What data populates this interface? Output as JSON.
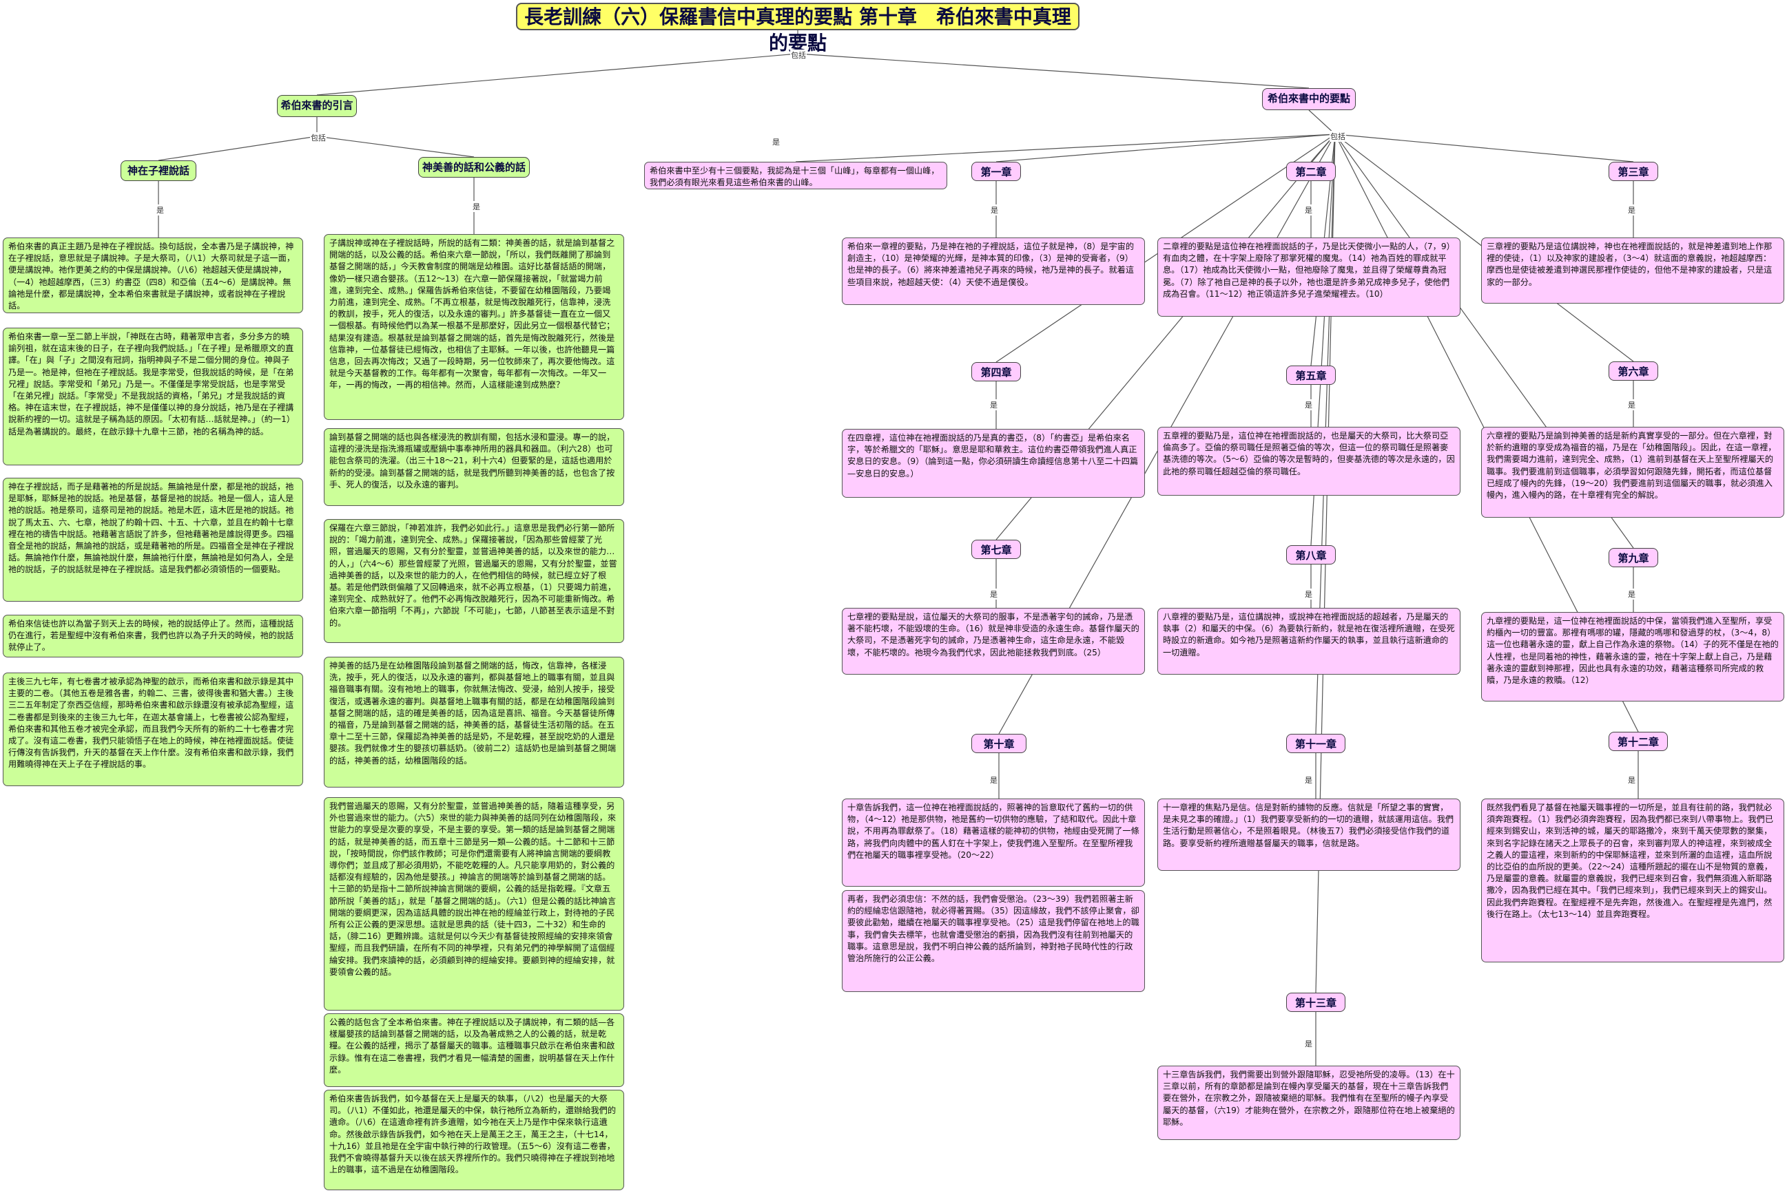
{
  "title": "長老訓練（六）保羅書信中真理的要點 第十章　希伯來書中真理的要點",
  "edge_labels": {
    "include": "包括",
    "is": "是"
  },
  "left_branch": {
    "head": "希伯來書的引言",
    "sub1": {
      "head": "神在子裡說話",
      "boxes": [
        "希伯來書的真正主題乃是神在子裡說話。換句話說，全本書乃是子講說神，神在子裡說話，意思就是子講說神。子是大祭司，（八1）大祭司就是子這一面，便是講說神。祂作更美之約的中保是講說神。（八6）祂超越天使是講說神，（一4）祂超越摩西，（三3）約書亞（四8）和亞倫（五4～6）是講說神。無論祂是什麼，都是講說神，全本希伯來書就是子講說神，或者說神在子裡說話。",
        "希伯來書一章一至二節上半說，「神既在古時，藉著眾申言者，多分多方的曉諭列祖，就在這末後的日子，在子裡向我們說話。」「在子裡」是希臘原文的直譯。「在」與「子」之間沒有冠詞，指明神與子不是二個分開的身位。神與子乃是一。祂是神，但祂在子裡說話。我是李常受，但我說話的時候，是「在弟兄裡」說話。李常受和「弟兄」乃是一。不僅僅是李常受說話，也是李常受「在弟兄裡」說話。「李常受」不是我說話的資格，「弟兄」才是我說話的資格。神在這末世，在子裡說話，神不是僅僅以神的身分說話，祂乃是在子裡講說新約裡的一切。這就是子稱為話的原因。「太初有話…話就是神。」（約一1）話是為著講說的。最終，在啟示錄十九章十三節，祂的名稱為神的話。",
        "神在子裡說話，而子是藉著祂的所是說話。無論祂是什麼，都是祂的說話，祂是耶穌，耶穌是祂的說話。祂是基督，基督是祂的說話。祂是一個人，這人是祂的說話。祂是祭司，這祭司是祂的說話。祂是木匠，這木匠是祂的說話。祂說了馬太五、六、七章，祂說了約翰十四、十五、十六章，並且在約翰十七章裡在祂的禱告中說話。祂藉著言語說了許多，但祂藉著祂是誰說得更多。四福音全是祂的說話，無論祂的說話，或是藉著祂的所是。四福音全是神在子裡說話。無論祂作什麼，無論祂說什麼，無論祂行什麼，無論祂是如何為人，全是祂的說話，子的說話就是神在子裡說話。這是我們都必須領悟的一個要點。",
        "希伯來信徒也許以為當子到天上去的時候，祂的說話停止了。然而，這種說話仍在進行，若是聖經中沒有希伯來書，我們也許以為子升天的時候，祂的說話就停止了。",
        "主後三九七年，有七卷書才被承認為神聖的啟示，而希伯來書和啟示錄是其中主要的二卷。（其他五卷是雅各書，約翰二、三書，彼得後書和猶大書。）主後三二五年制定了奈西亞信經，那時希伯來書和啟示錄還沒有被承認為聖經，這二卷書都是到後來的主後三九七年，在迦太基會議上，七卷書被公認為聖經，希伯來書和其他五卷才被完全承認，而且我們今天所有的新約二十七卷書才完成了。沒有這二卷書，我們只能領悟子在地上的時候，神在祂裡面說話。使徒行傳沒有告訴我們，升天的基督在天上作什麼。沒有希伯來書和啟示錄，我們用難曉得神在天上子在子裡說話的事。"
      ]
    },
    "sub2": {
      "head": "神美善的話和公義的話",
      "boxes": [
        "子講說神或神在子裡說話時，所說的話有二類：神美善的話，就是論到基督之開端的話，以及公義的話。希伯來六章一節說，「所以，我們既離開了那論到基督之開端的話，」今天教會制度的開端是幼稚園。這好比基督話語的開端，像奶一樣只適合嬰孩。（五12～13）在六章一節保羅接著說，「就當竭力前進，達到完全、成熟。」保羅告訴希伯來信徒，不要留在幼稚園階段，乃要竭力前進，達到完全、成熟。「不再立根基，就是悔改脫離死行，信靠神，浸洗的教訓，按手，死人的復活，以及永遠的審判。」許多基督徒一直在立一個又一個根基。有時候他們以為某一根基不是那麼好，因此另立一個根基代替它；結果沒有建造。根基就是論到基督之開端的話，首先是悔改脫離死行，然後是信靠神，一位基督徒已經悔改，也相信了主耶穌。一年以後，也許他聽見一篇信息，回去再次悔改；又過了一段時期，另一位牧師來了，再次要他悔改。這就是今天基督教的工作。每年都有一次聚會，每年都有一次悔改。一年又一年，一再的悔改，一再的相信神。然而，人這樣能達到成熟麼？",
        "論到基督之開端的話也與各樣浸洗的教訓有關，包括水浸和靈浸。專一的說，這裡的浸洗是指洗滌瓶罐或壓鍋中事奉神所用的器具和器皿。（利六28）也可能包含祭司的洗濯。（出三十18～21，利十六4）但要緊的是，這話也適用於新約的受浸。論到基督之開端的話，就是我們所聽到神美善的話，也包含了按手、死人的復活，以及永遠的審判。",
        "保羅在六章三節說，「神若准許，我們必如此行。」這意思是我們必行第一節所說的：「竭力前進，達到完全、成熟。」保羅接著說，「因為那些曾經蒙了光照，嘗過屬天的恩賜，又有分於聖靈，並嘗過神美善的話，以及來世的能力…的人，」（六4～6）那些曾經蒙了光照，嘗過屬天的恩賜，又有分於聖靈，並嘗過神美善的話，以及來世的能力的人，在他們相信的時候，就已經立好了根基。若是他們跌倒偏離了又回轉過來，就不必再立根基，（1）只要竭力前進，達到完全、成熟就好了。他們不必再悔改脫離死行，因為不可能重新悔改。希伯來六章一節指明「不再」，六節說「不可能」，七節，八節甚至表示這是不對的。",
        "神美善的話乃是在幼稚園階段論到基督之開端的話，悔改，信靠神，各樣浸洗，按手，死人的復活，以及永遠的審判，都與基督地上的職事有關，並且與福音職事有關。沒有祂地上的職事，你就無法悔改、受浸，給別人按手，接受復活，或遇著永遠的審判。與基督地上職事有關的話，都是在幼稚園階段論到基督之開端的話，這的確是美善的話，因為這是喜訊、福音。今天基督徒所傳的福音，乃是論到基督之開端的話，神美善的話，基督徒生活初階的話。在五章十二至十三節，保羅認為神美善的話是奶，不是乾糧，甚至說吃奶的人還是嬰孩。我們就像才生的嬰孩切慕話奶。（彼前二2）這話奶也是論到基督之開端的話，神美善的話，幼稚園階段的話。",
        "我們嘗過屬天的恩賜，又有分於聖靈，並嘗過神美善的話，隨着這種享受，另外也嘗過來世的能力。（六5）來世的能力與神美善的話同列在幼稚園階段，來世能力的享受是次要的享受，不是主要的享受。第一類的話是論到基督之開端的話，就是神美善的話，而五章十三節是另一類—公義的話。十二節和十三節說，「按時間說，你們該作教師；可是你們還需要有人將神論言開端的要綱教導你們；並且成了那必須用奶，不能吃乾糧的人。凡只能享用奶的，對公義的話都沒有經驗的，因為他是嬰孩。」神論言的開端等於論到基督之開端的話。十三節的奶是指十二節所說神論言開端的要綱，公義的話是指乾糧。『文章五節所說「美善的話」，就是「基督之開端的話」。（六1）但是公義的話比神論言開端的要綱更深，因為這話具體的說出神在祂的經綸並行政上，對待祂的子民所有公正公義的更深思想。這就是思典的話（徒十四3，二十32）和生命的話，（腓二16）更難辨識。這就是何以今天少有基督徒按照經綸的安排來領會聖經，而且我們研讀，在所有不同的神學裡，只有弟兄們的神學解開了這個經綸安排。我們來讀神的話，必須顧到神的經綸安排。要顧到神的經綸安排，就要領會公義的話。",
        "公義的話包含了全本希伯來書。神在子裡說話以及子講說神，有二類的話—各樣屬嬰孩的話論到基督之開端的話，以及為著成熟之人的公義的話，就是乾糧。在公義的話裡，揭示了基督屬天的職事。這種職事只啟示在希伯來書和啟示錄。惟有在這二卷書裡，我們才看見一幅清楚的圖畫，說明基督在天上作什麼。",
        "希伯來書告訴我們，如今基督在天上是屬天的執事，（八2）也是屬天的大祭司。（八1）不僅如此，祂還是屬天的中保，執行祂所立為新約，還辦給我們的遺命。（八6）在這遺命裡有許多遺贈，如今祂在天上乃是作中保來執行這遺命。然後啟示錄告訴我們，如今祂在天上是萬王之王，萬王之主，（十七14，十九16）並且祂是在全宇宙中執行神的行政管理。（五5～6）沒有這二卷書，我們不會曉得基督升天以後在該天界裡所作的。我們只曉得神在子裡說到祂地上的職事，這不過是在幼稚園階段。"
      ]
    }
  },
  "right_branch": {
    "head": "希伯來書中的要點",
    "intro": "希伯來書中至少有十三個要點，我認為是十三個「山峰」，每章都有一個山峰，我們必須有眼光來看見這些希伯來書的山峰。",
    "chapters": {
      "c1": {
        "head": "第一章",
        "text": "希伯來一章裡的要點，乃是神在祂的子裡說話，這位子就是神，（8）是宇宙的創造主，（10）是神榮耀的光輝，是神本質的印像，（3）是神的受膏者，（9）也是神的長子。（6）將來神差遣祂兒子再來的時候，祂乃是神的長子。就着這些項目來說，祂超越天使：（4）天使不過是僕役。"
      },
      "c2": {
        "head": "第二章",
        "text": "二章裡的要點是這位神在祂裡面說話的子，乃是比天使微小一點的人，（7，9）有血肉之體，在十字架上廢除了那掌死權的魔鬼。（14）祂為百姓的罪成就平息。（17）祂成為比天使微小一點，但祂廢除了魔鬼，並且得了榮耀尊貴為冠冕。（7）除了祂自己是神的長子以外，祂也還是許多弟兄成神多兒子，使他們成為召會。（11～12）祂正領這許多兒子進榮耀裡去。（10）"
      },
      "c3": {
        "head": "第三章",
        "text": "三章裡的要點乃是這位講說神，神也在祂裡面說話的，就是神差遣到地上作那裡的使徒，（1）以及神家的建設者，（3～4）就這面的意義說，祂超越摩西：摩西也是使徒被差遣到神選民那裡作使徒的，但他不是神家的建設者，只是這家的一部分。"
      },
      "c4": {
        "head": "第四章",
        "text": "在四章裡，這位神在祂裡面說話的乃是真的書亞，（8）「約書亞」是希伯來名字，等於希臘文的「耶穌」。意思是耶和華救主。這位約書亞帶領我們進人真正安息日的安息。（9）（論到這一點，你必須研讀生命讀經信息第十八至二十四篇—安息日的安息。）"
      },
      "c5": {
        "head": "第五章",
        "text": "五章裡的要點乃是，這位神在祂裡面說話的，也是屬天的大祭司，比大祭司亞倫高多了。亞倫的祭司職任是照著亞倫的等次，但這一位的祭司職任是照著麥基洗德的等次。（5～6）亞倫的等次是暫時的，但麥基洗德的等次是永遠的，因此祂的祭司職任超越亞倫的祭司職任。"
      },
      "c6": {
        "head": "第六章",
        "text": "六章裡的要點乃是論到神美善的話是新約真實享受的一部分。但在六章裡，對於新約遺贈的享受成為福音的福，乃是在「幼稚園階段」。因此，在這一章裡，我們需要竭力進前，達到完全、成熟，（1）進前到基督在天上至聖所裡屬天的職事。我們要進前到這個職事，必須學習如何跟隨先鋒，開拓者，而這位基督已經成了幔內的先鋒，（19～20）我們要進前到這個屬天的職事，就必須進入幔內，進入幔內的路，在十章裡有完全的解說。"
      },
      "c7": {
        "head": "第七章",
        "text": "七章裡的要點是說，這位屬天的大祭司的服事，不是憑著字句的誡命，乃是憑著不能朽壞，不能毀壞的生命。（16）就是神非受造的永遠生命。基督作屬天的大祭司，不是憑著死字句的誡命，乃是憑著神生命，這生命是永遠，不能毀壞，不能朽壞的。祂現今為我們代求，因此祂能拯救我們到底。（25）"
      },
      "c8": {
        "head": "第八章",
        "text": "八章裡的要點乃是，這位講說神，或說神在祂裡面說話的超越者，乃是屬天的執事（2）和屬天的中保。（6）為要執行新約，就是祂在復活裡所遺贈，在受死時設立的新遺命。如今祂乃是照著這新約作屬天的執事，並且執行這新遺命的一切遺贈。"
      },
      "c9": {
        "head": "第九章",
        "text": "九章裡的要點是，這一位神在祂裡面說話的中保，當領我們進入至聖所，享受約櫃內一切的豐富。那裡有嗎哪的罐，隱藏的嗎哪和發過芽的杖，（3～4，8）這一位也藉著永遠的靈，獻上自己作為永遠的祭物。（14）子的死不僅是在祂的人性裡，也是同着祂的神性，藉著永遠的靈，祂在十字架上獻上自己，乃是藉著永遠的靈獻到神那裡，因此也具有永遠的功效，藉著這種祭司所完成的救贖，乃是永遠的救贖。（12）"
      },
      "c10": {
        "head": "第十章",
        "text": "十章告訴我們，這一位神在祂裡面說話的，照著神的旨意取代了舊約一切的供物，（4～12）祂是那供物，祂是舊約一切供物的應驗，了結和取代。因此十章說，不用再為罪獻祭了。（18）藉著這樣的能神初的供物，祂經由受死開了一條路，將我們向肉體中的舊人釘在十字架上，使我們進入至聖所。在至聖所裡我們在祂屬天的職事裡享受祂。（20～22）",
        "text2": "再者，我們必須忠信：不然的話，我們會受懲治。（23～39）我們若照著主新約的經綸忠信跟隨祂，就必得著賞賜。（35）因這緣故，我們不該停止聚會，卻要彼此勸勉，繼續在祂屬天的職事裡享受祂。（25）這是我們停留在祂地上的職事，我們會失去標竿，也就會遭受懲治的虧損，因為我們沒有往前到祂屬天的職事。這意思是說，我們不明白神公義的話所論到，神對祂子民時代性的行政管治所施行的公正公義。"
      },
      "c11": {
        "head": "第十一章",
        "text": "十一章裡的焦點乃是信。信是對新約據物的反應。信就是「所望之事的實實，是未見之事的確證。」（1）我們要享受新約的一切的遺贈，就該運用這信。我們生活行動是照著信心，不是照着眼見。（林後五7）我們必須接受信作我們的道路。要享受新約裡所遺贈基督屬天的職事，信就是路。"
      },
      "c12": {
        "head": "第十二章",
        "text": "既然我們看見了基督在祂屬天職事裡的一切所是，並且有往前的路，我們就必須奔跑賽程。（1）我們必須奔跑賽程，因為我們都已來到八帶事物上。我們已經來到錫安山，來到活神的城，屬天的耶路撒冷，來到千萬天使眾數的聚集，來到名字記錄在諸天之上眾長子的召會，來到審判眾人的神這裡，來到被成全之義人的靈這裡，來到新約的中保耶穌這裡，並來到所灑的血這裡，這血所說的比亞伯的血所說的更美。（22～24）這種所題起的擺在山不是物質的意義，乃是屬靈的意義。就屬靈的意義說，我們已經來到召會，我們無須進入新耶路撒冷，因為我們已經在其中。「我們已經來到」，我們已經來到天上的錫安山。因此我們奔跑賽程。在聖經裡不是先奔跑，然後進入。在聖經裡是先進門，然後行在路上。（太七13～14）並且奔跑賽程。"
      },
      "c13": {
        "head": "第十三章",
        "text": "十三章告訴我們，我們需要出到營外跟隨耶穌，忍受祂所受的凌辱。（13）在十三章以前，所有的章節都是論到在幔內享受屬天的基督，現在十三章告訴我們要在營外，在宗教之外，跟隨被棄絕的耶穌。我們惟有在至聖所的幔子內享受屬天的基督，（六19）才能夠在營外，在宗教之外，跟隨那位符在地上被棄絕的耶穌。"
      }
    }
  }
}
